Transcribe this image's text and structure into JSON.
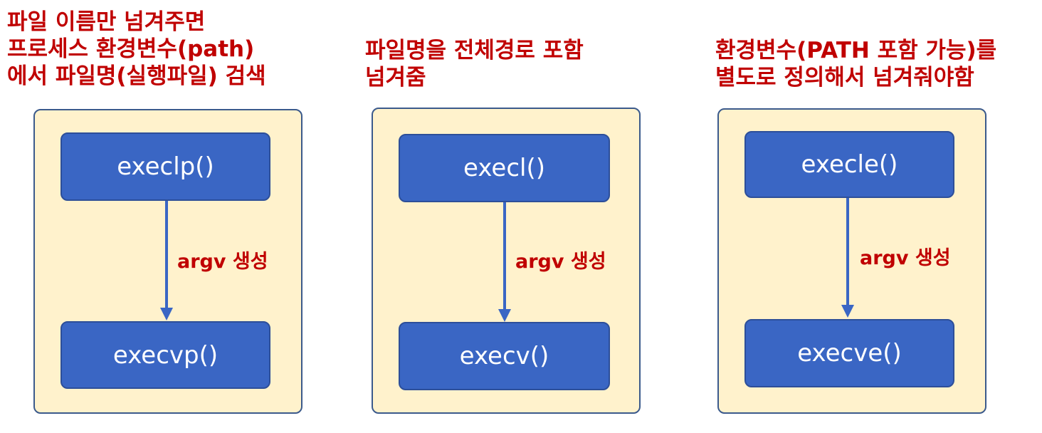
{
  "diagrams": [
    {
      "caption": "파일 이름만 넘겨주면\n프로세스 환경변수(path)\n에서 파일명(실행파일) 검색",
      "top_function": "execlp()",
      "arrow_label": "argv 생성",
      "bottom_function": "execvp()"
    },
    {
      "caption": "파일명을 전체경로 포함\n넘겨줌",
      "top_function": "execl()",
      "arrow_label": "argv 생성",
      "bottom_function": "execv()"
    },
    {
      "caption": "환경변수(PATH 포함 가능)를\n별도로 정의해서 넘겨줘야함",
      "top_function": "execle()",
      "arrow_label": "argv 생성",
      "bottom_function": "execve()"
    }
  ],
  "colors": {
    "caption_text": "#c00000",
    "panel_fill": "#fff2cc",
    "function_box_fill": "#3a66c4",
    "arrow": "#3a66c4"
  }
}
